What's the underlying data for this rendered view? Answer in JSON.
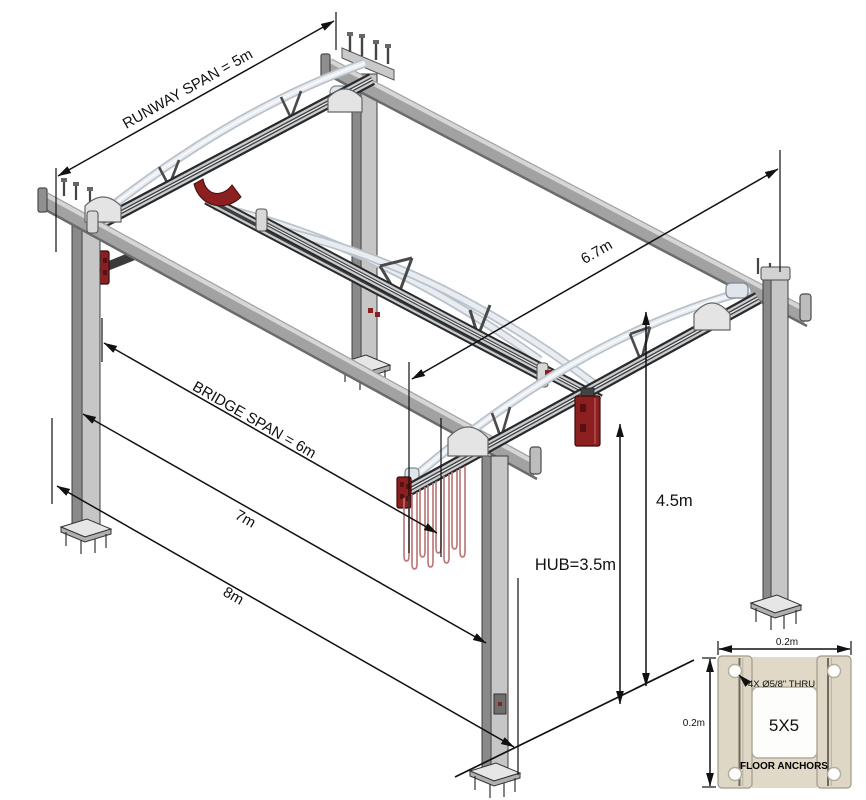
{
  "dimensions": {
    "runway_span": "RUNWAY SPAN = 5m",
    "runway_length": "6.7m",
    "bridge_span": "BRIDGE SPAN = 6m",
    "overall_width_7m": "7m",
    "overall_width_8m": "8m",
    "overall_height": "4.5m",
    "hub_height": "HUB=3.5m"
  },
  "anchor_detail": {
    "plate_width": "0.2m",
    "plate_depth": "0.2m",
    "hole_callout": "4X Ø5/8\" THRU",
    "post_size": "5X5",
    "caption": "FLOOR ANCHORS"
  },
  "colors": {
    "accent_red": "#8c1f1f",
    "beam_gray": "#a2a2a2",
    "tube_silver": "#dfe5ea",
    "plate_beige": "#ded7c6",
    "line": "#111111"
  }
}
